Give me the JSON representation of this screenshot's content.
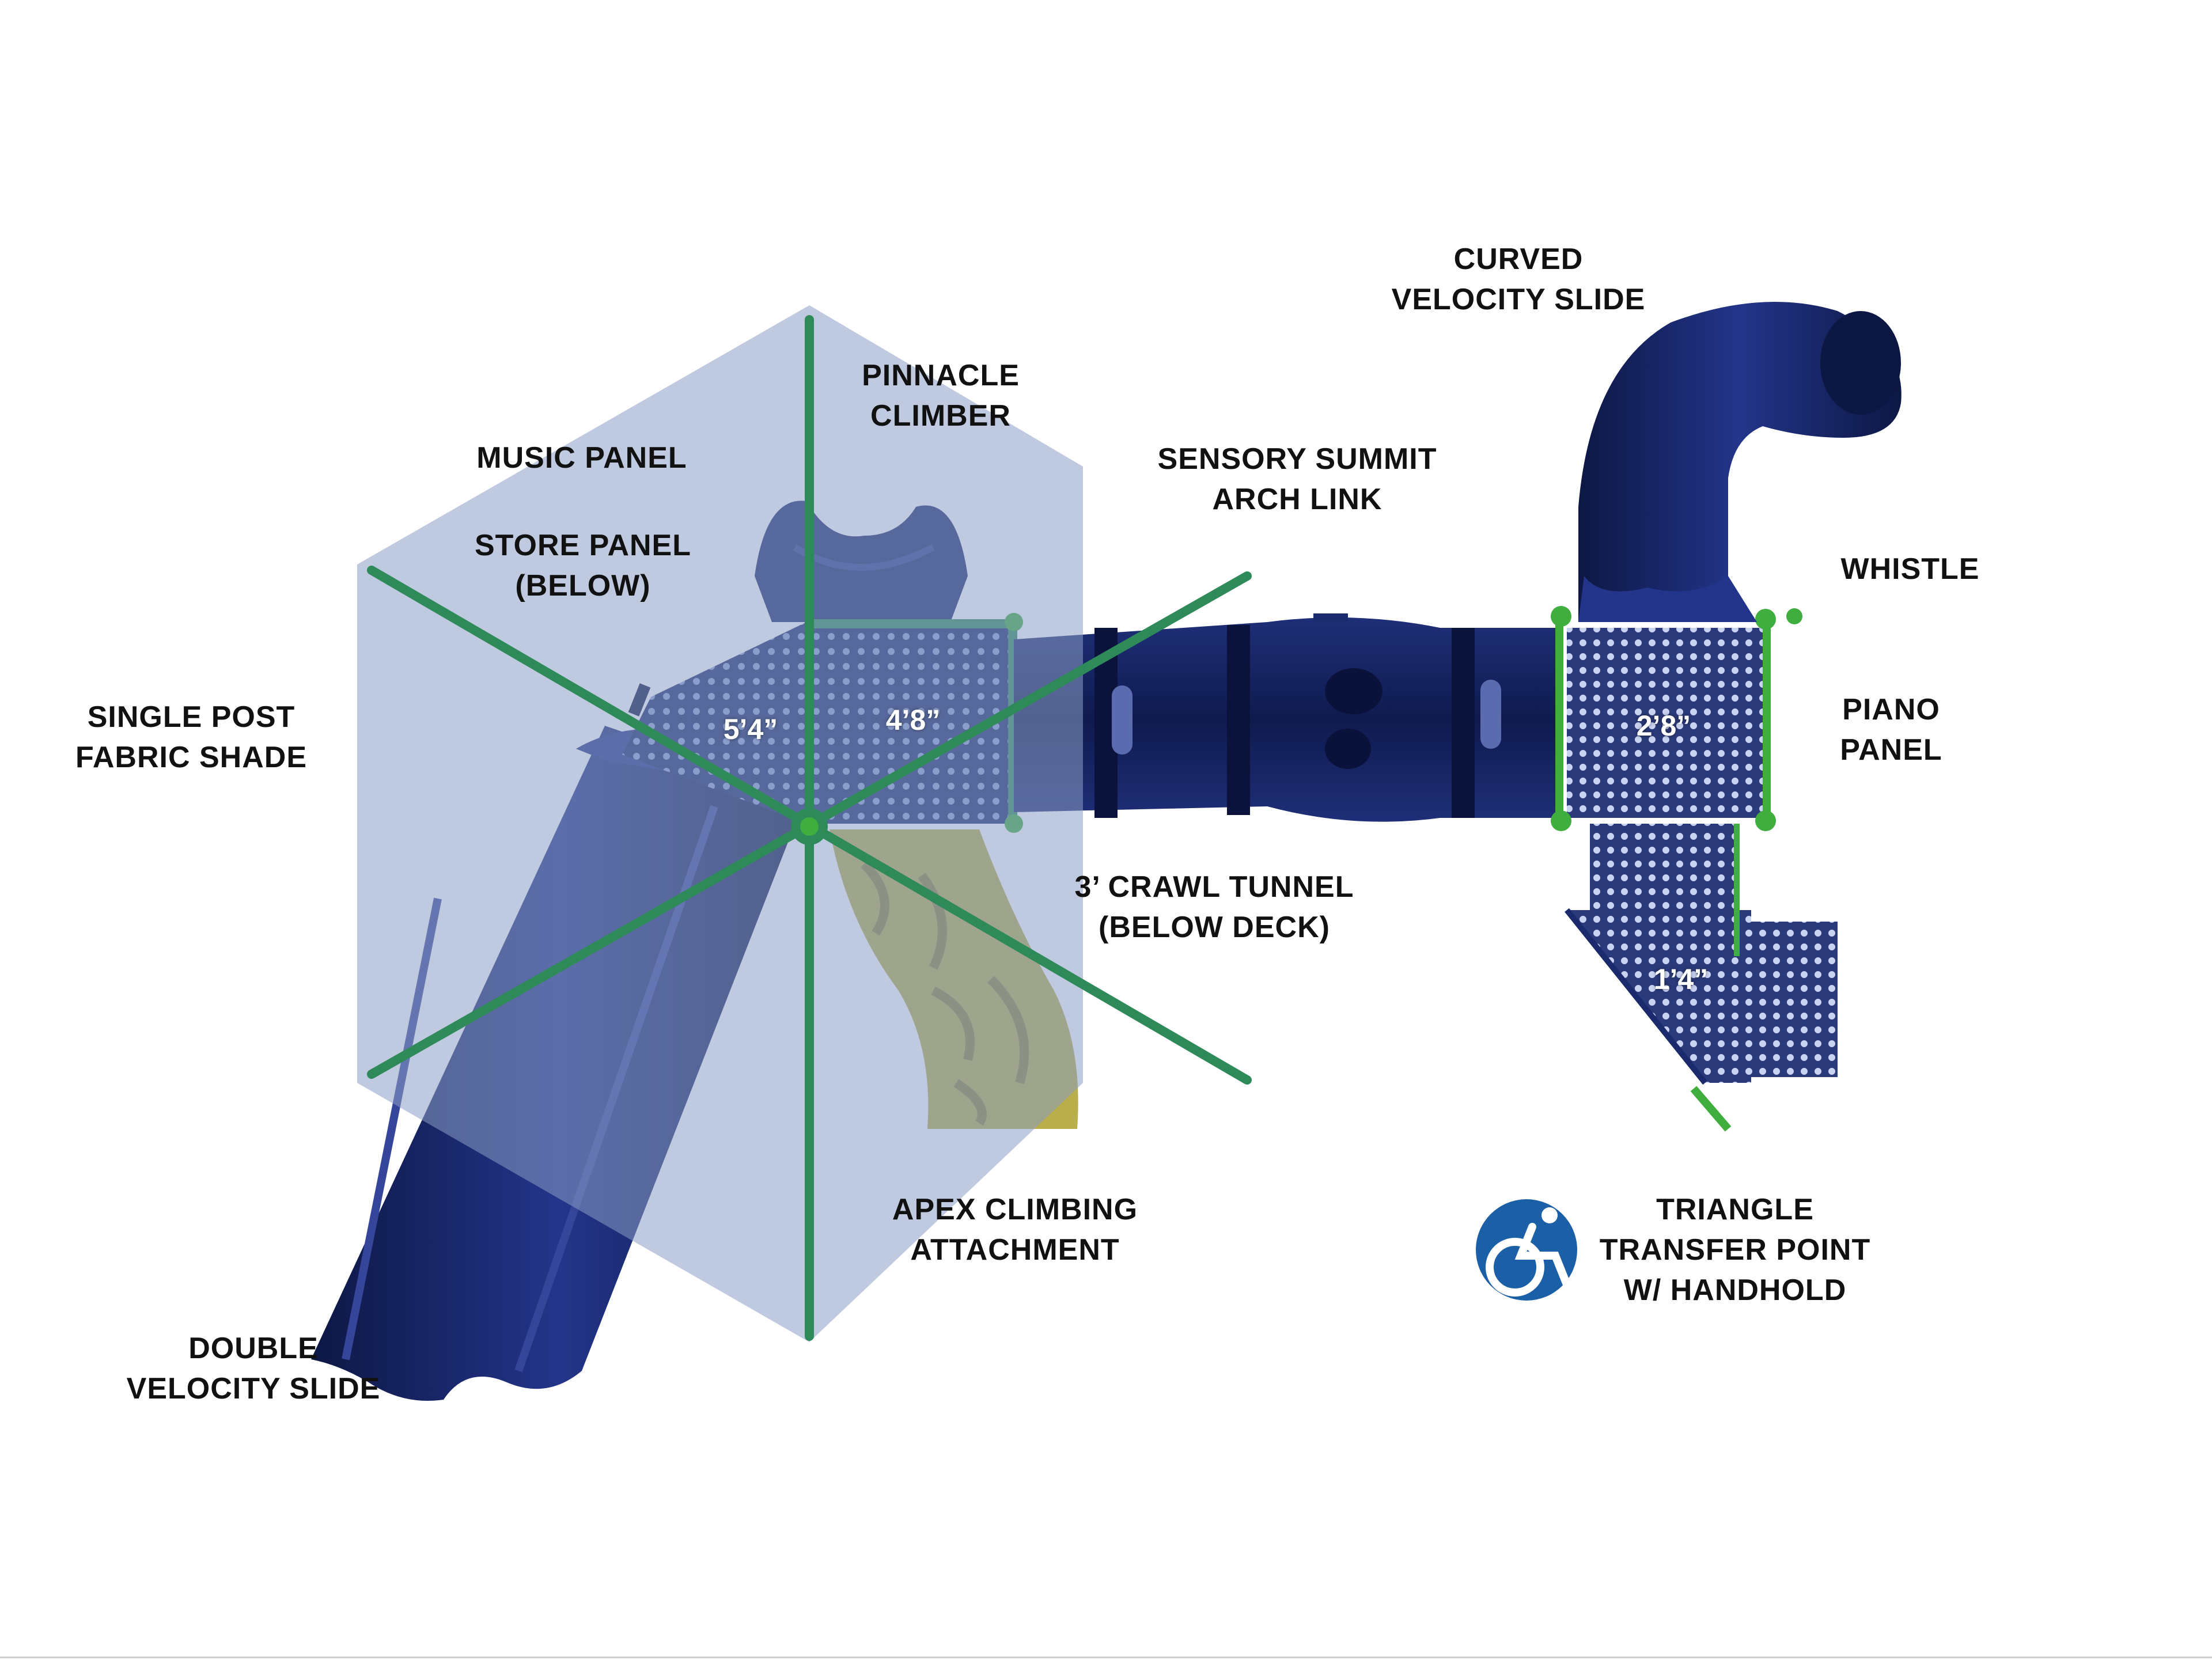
{
  "colors": {
    "structure_blue": "#1a2a6c",
    "canopy": "#8b9cc4",
    "frame_green": "#2f8a5a",
    "climber_yellow": "#b9ae4a",
    "accent_green": "#3fae3f",
    "accessibility_blue": "#1b5fa6"
  },
  "icons": {
    "accessibility": "wheelchair-accessibility-icon"
  },
  "labels": {
    "curved_slide": [
      "CURVED",
      "VELOCITY SLIDE"
    ],
    "pinnacle_climber": [
      "PINNACLE",
      "CLIMBER"
    ],
    "music_panel": [
      "MUSIC PANEL"
    ],
    "store_panel": [
      "STORE PANEL",
      "(BELOW)"
    ],
    "sensory_summit": [
      "SENSORY SUMMIT",
      "ARCH LINK"
    ],
    "whistle": [
      "WHISTLE"
    ],
    "single_post_shade": [
      "SINGLE POST",
      "FABRIC SHADE"
    ],
    "piano_panel": [
      "PIANO",
      "PANEL"
    ],
    "crawl_tunnel": [
      "3’ CRAWL TUNNEL",
      "(BELOW DECK)"
    ],
    "apex_climbing": [
      "APEX CLIMBING",
      "ATTACHMENT"
    ],
    "triangle_transfer": [
      "TRIANGLE",
      "TRANSFER POINT",
      "W/ HANDHOLD"
    ],
    "double_slide": [
      "DOUBLE",
      "VELOCITY SLIDE"
    ]
  },
  "deck_heights": {
    "left_deck": "5’4”",
    "center_deck": "4’8”",
    "right_deck": "2’8”",
    "transfer_deck": "1’4”"
  }
}
